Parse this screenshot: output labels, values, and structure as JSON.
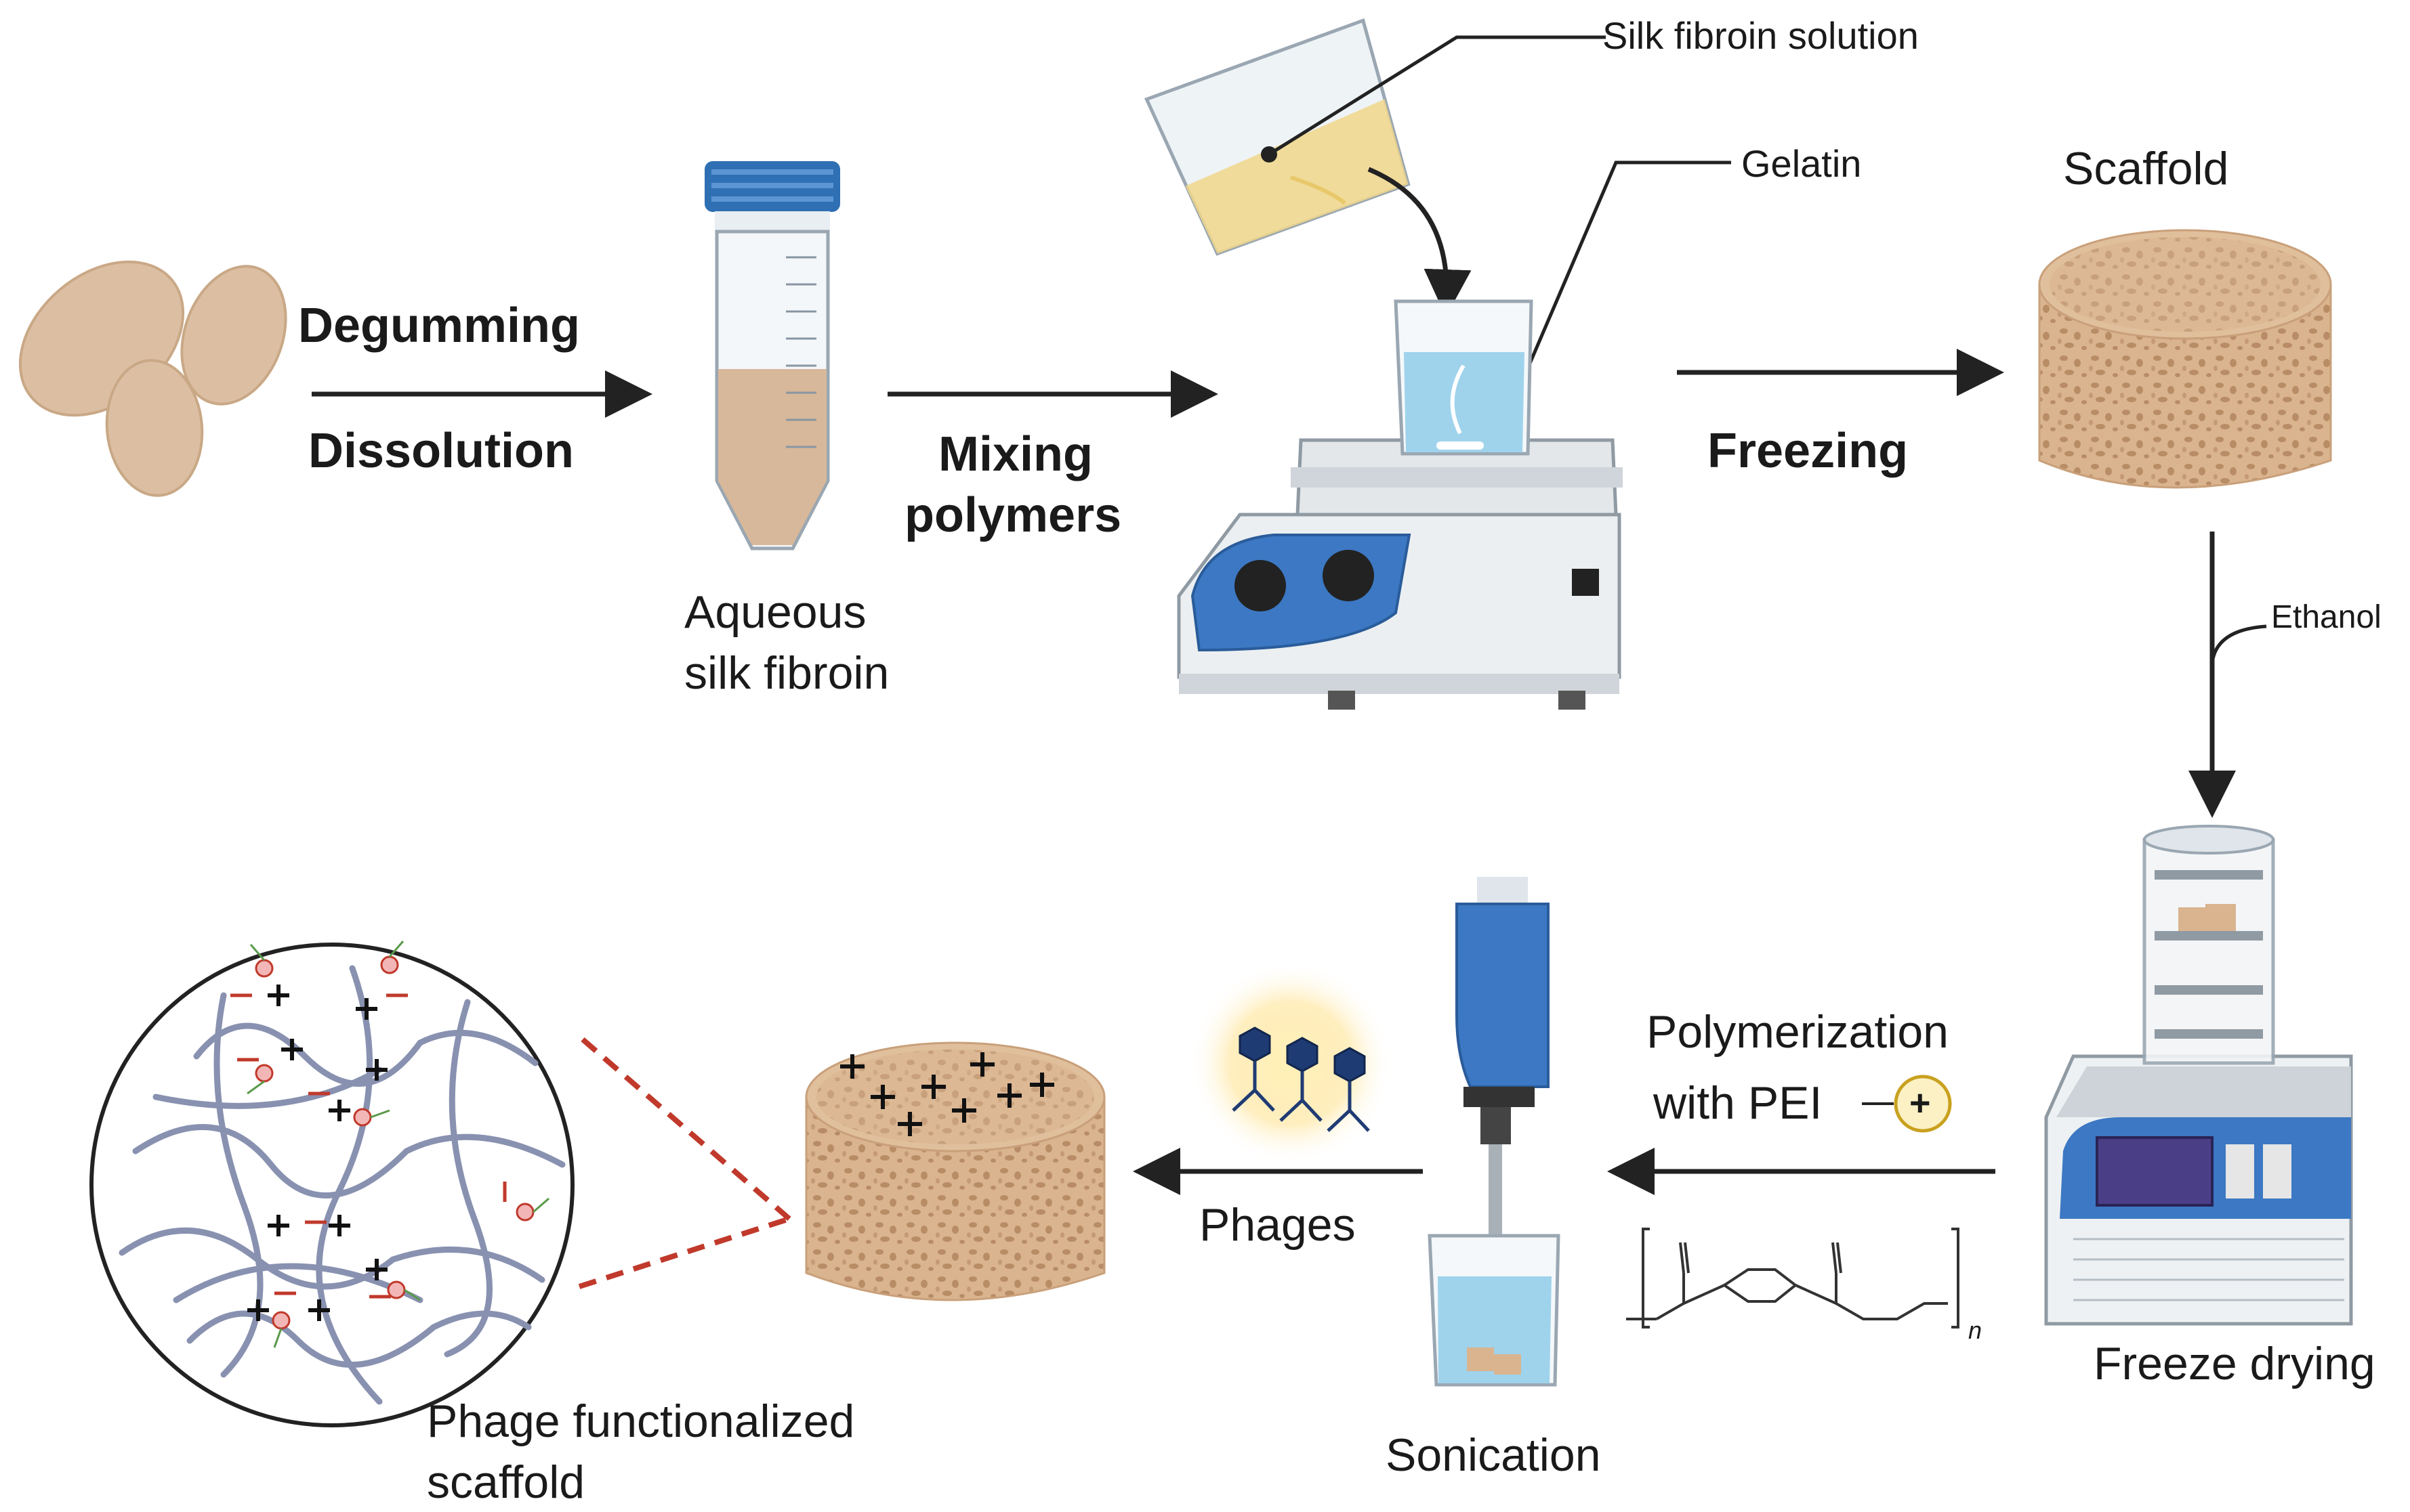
{
  "labels": {
    "degumming": "Degumming",
    "dissolution": "Dissolution",
    "aqueous_line1": "Aqueous",
    "aqueous_line2": "silk fibroin",
    "mixing_line1": "Mixing",
    "mixing_line2": "polymers",
    "silk_fibroin_solution": "Silk fibroin solution",
    "gelatin": "Gelatin",
    "freezing": "Freezing",
    "scaffold": "Scaffold",
    "ethanol": "Ethanol",
    "freeze_drying": "Freeze drying",
    "polymerization_line1": "Polymerization",
    "polymerization_line2": "with PEI",
    "plus_sign": "+",
    "sonication": "Sonication",
    "phages": "Phages",
    "phage_func_line1": "Phage functionalized",
    "phage_func_line2": "scaffold",
    "polymer_n": "n"
  },
  "colors": {
    "cocoon": "#dcbfa3",
    "scaffold": "#d9b48f",
    "tube_cap": "#2f6fb3",
    "device_blue": "#3c78c3",
    "liquid_blue": "#9fd3ec",
    "silk_solution": "#f0d68a",
    "fiber": "#8891b0",
    "dashed_red": "#c0392b",
    "phage_dark": "#1f3b73"
  }
}
